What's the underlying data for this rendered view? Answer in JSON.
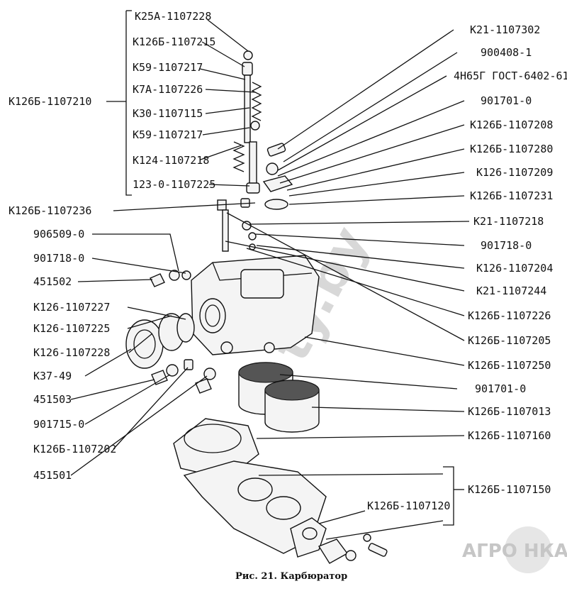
{
  "caption": "Рис. 21. Карбюратор",
  "watermark": "ty.by",
  "logo_text": "АГРО НКА",
  "labels_left": [
    "K25A-1107228",
    "K126Б-1107215",
    "K59-1107217",
    "K7A-1107226",
    "K30-1107115",
    "K59-1107217",
    "K124-1107218",
    "123-0-1107225",
    "K126Б-1107210",
    "K126Б-1107236",
    "906509-0",
    "901718-0",
    "451502",
    "K126-1107227",
    "K126-1107225",
    "K126-1107228",
    "K37-49",
    "451503",
    "901715-0",
    "K126Б-1107202",
    "451501",
    "K126Б-1107120"
  ],
  "labels_right": [
    "K21-1107302",
    "900408-1",
    "4H65Г ГОСТ-6402-61",
    "901701-0",
    "K126Б-1107208",
    "K126Б-1107280",
    "K126-1107209",
    "K126Б-1107231",
    "K21-1107218",
    "901718-0",
    "K126-1107204",
    "K21-1107244",
    "K126Б-1107226",
    "K126Б-1107205",
    "K126Б-1107250",
    "901701-0",
    "K126Б-1107013",
    "K126Б-1107160",
    "K126Б-1107150"
  ]
}
